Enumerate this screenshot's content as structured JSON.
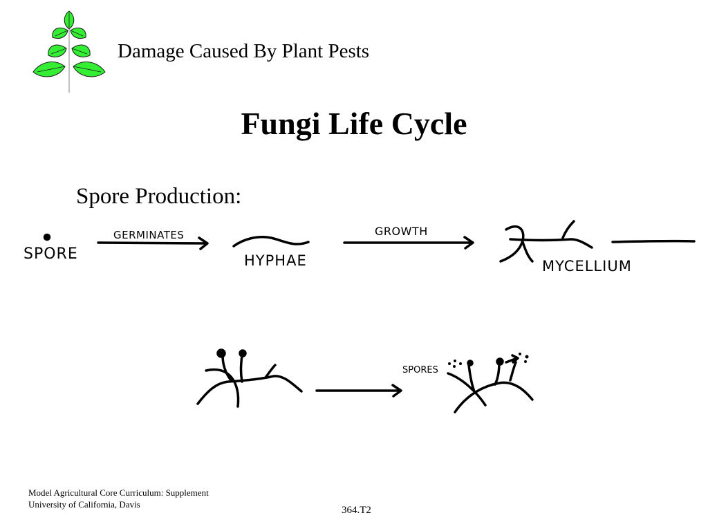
{
  "header": {
    "title": "Damage Caused By Plant Pests",
    "logo_icon": "plant-leaves-icon",
    "logo_color": "#33ee33"
  },
  "slide": {
    "title": "Fungi Life Cycle",
    "subheading": "Spore Production:"
  },
  "diagram": {
    "labels": {
      "spore": "SPORE",
      "germinates": "GERMINATES",
      "hyphae": "HYPHAE",
      "growth": "GROWTH",
      "mycellium": "MYCELLIUM",
      "spores": "SPORES"
    }
  },
  "footer": {
    "line1": "Model Agricultural Core Curriculum: Supplement",
    "line2": "University of California, Davis",
    "code": "364.T2"
  }
}
